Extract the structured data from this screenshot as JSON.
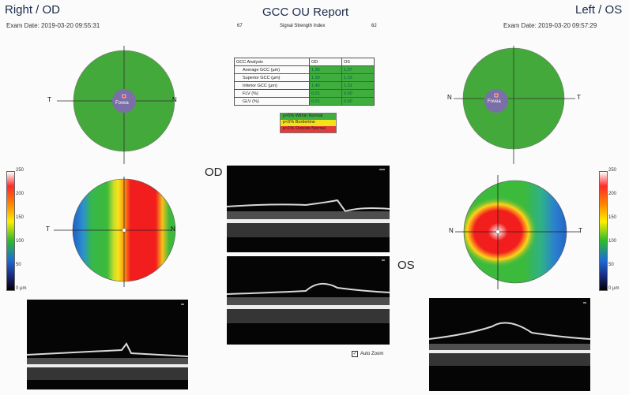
{
  "header": {
    "right_eye": "Right / OD",
    "exam_date_right": "Exam Date: 2019-03-20 09:55:31",
    "title": "GCC OU Report",
    "left_eye": "Left / OS",
    "exam_date_left": "Exam Date: 2019-03-20 09:57:29"
  },
  "signal": {
    "od_value": "67",
    "label": "Signal Strength Index",
    "os_value": "62"
  },
  "gcc_table": {
    "header": [
      "GCC Analysis",
      "OD",
      "OS"
    ],
    "rows": [
      {
        "label": "Average GCC (µm)",
        "od": "1.35",
        "os": "1.27"
      },
      {
        "label": "Superior GCC (µm)",
        "od": "1.30",
        "os": "1.23"
      },
      {
        "label": "Inferior GCC (µm)",
        "od": "1.40",
        "os": "1.31"
      },
      {
        "label": "FLV (%)",
        "od": "0.01",
        "os": "0.00"
      },
      {
        "label": "GLV (%)",
        "od": "0.01",
        "os": "0.00"
      }
    ]
  },
  "legend": {
    "normal": "p>5% Within Normal",
    "borderline": "p<5% Borderline",
    "outside": "p<1% Outside Normal",
    "colors": {
      "normal": "#3fae3f",
      "borderline": "#f3e21b",
      "outside": "#e33b3b"
    }
  },
  "maps": {
    "fovea": "Fovea",
    "od_left": "T",
    "od_right": "N",
    "os_left": "N",
    "os_right": "T"
  },
  "colorbar": {
    "ticks": [
      "250",
      "200",
      "150",
      "100",
      "50",
      "0 µm"
    ]
  },
  "oct": {
    "od_label": "OD",
    "os_label": "OS",
    "auto_zoom": "Auto Zoom"
  }
}
